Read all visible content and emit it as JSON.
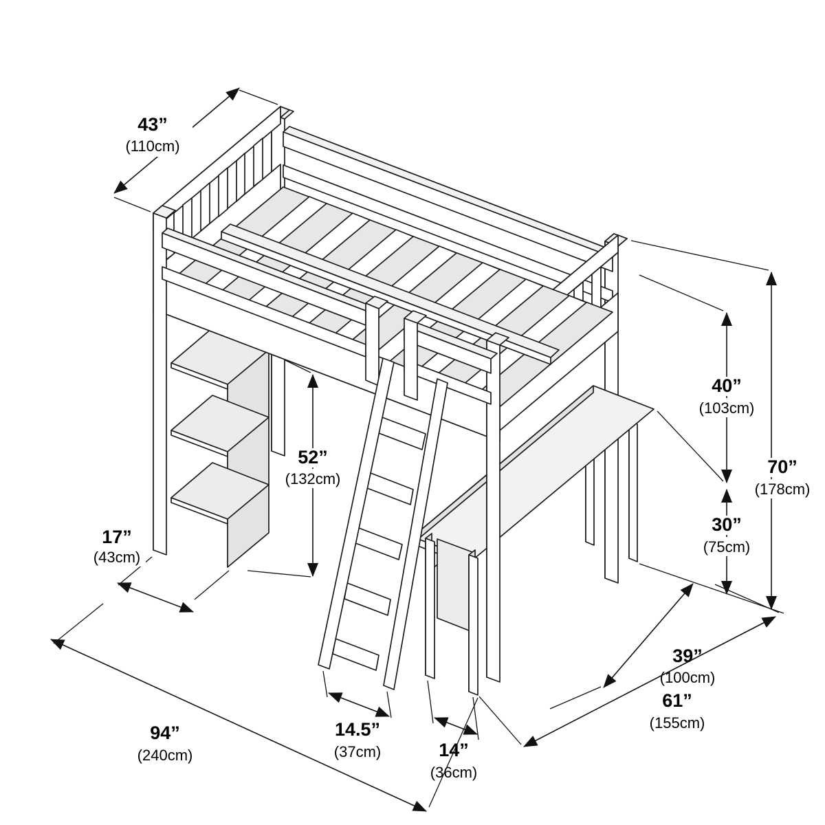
{
  "diagram": {
    "type": "isometric dimension drawing",
    "subject": "loft bed with desk, bookshelf and angled ladder",
    "background_color": "#ffffff",
    "line_color": "#1a1a1a"
  },
  "dimensions": {
    "bed_width": {
      "inches": "43”",
      "cm": "(110cm)"
    },
    "rail_to_desk_height": {
      "inches": "40”",
      "cm": "(103cm)"
    },
    "total_height": {
      "inches": "70”",
      "cm": "(178cm)"
    },
    "desk_height": {
      "inches": "30”",
      "cm": "(75cm)"
    },
    "underbed_clearance": {
      "inches": "52”",
      "cm": "(132cm)"
    },
    "shelf_width": {
      "inches": "17”",
      "cm": "(43cm)"
    },
    "total_length": {
      "inches": "94”",
      "cm": "(240cm)"
    },
    "ladder_projection": {
      "inches": "14.5”",
      "cm": "(37cm)"
    },
    "desk_depth": {
      "inches": "14”",
      "cm": "(36cm)"
    },
    "desk_width": {
      "inches": "39”",
      "cm": "(100cm)"
    },
    "total_depth_with_desk": {
      "inches": "61”",
      "cm": "(155cm)"
    }
  }
}
